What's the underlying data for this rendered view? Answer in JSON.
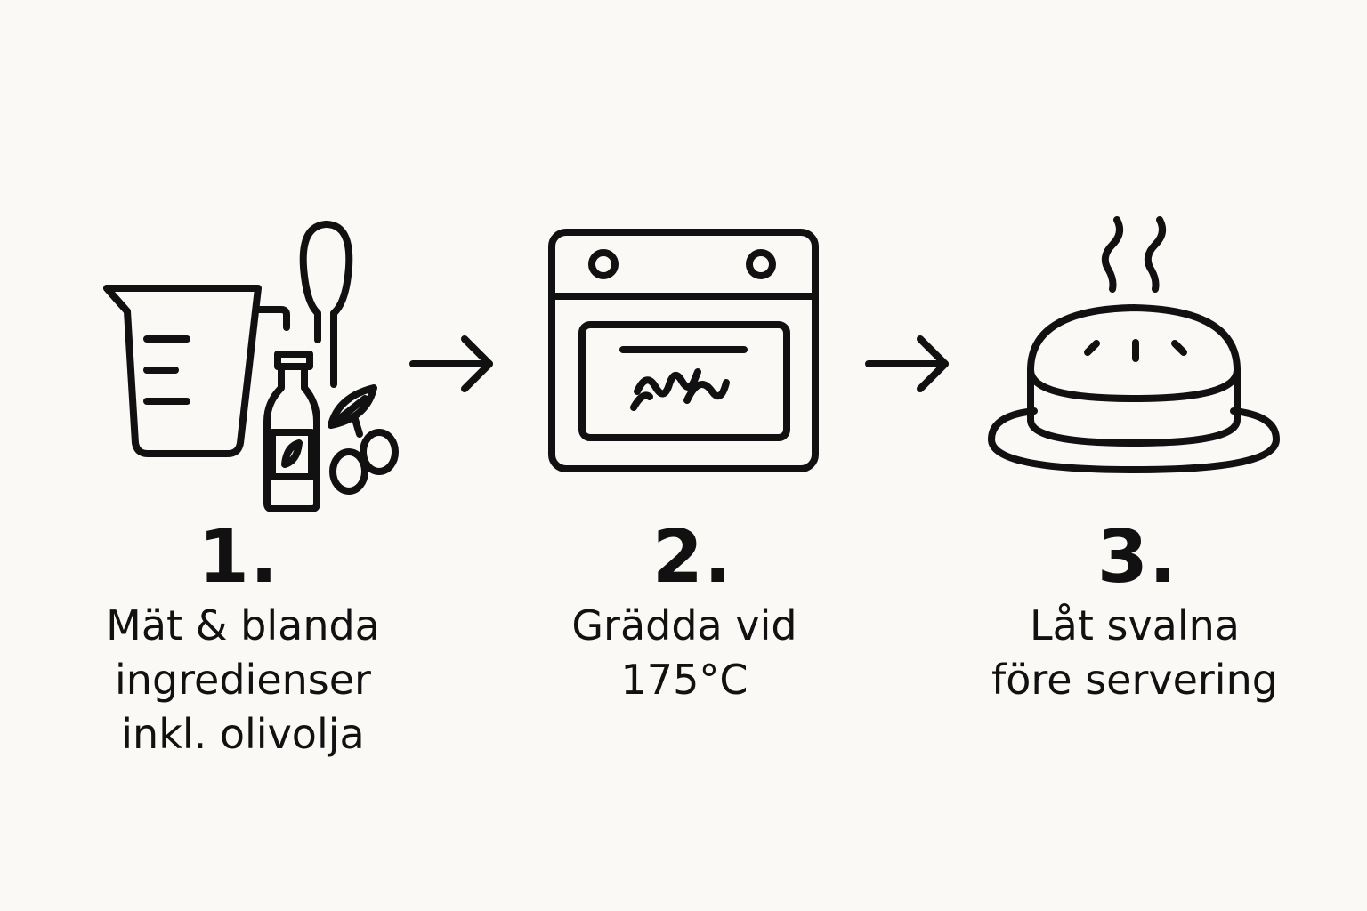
{
  "steps": [
    {
      "number": "1.",
      "lines": [
        "Mät & blanda",
        "ingredienser",
        "inkl. olivolja"
      ],
      "icons": [
        "measuring-cup-icon",
        "spoon-icon",
        "olive-oil-bottle-icon",
        "olive-branch-icon"
      ]
    },
    {
      "number": "2.",
      "lines": [
        "Grädda vid",
        "175°C"
      ],
      "icons": [
        "oven-icon"
      ]
    },
    {
      "number": "3.",
      "lines": [
        "Låt svalna",
        "före servering"
      ],
      "icons": [
        "cake-on-plate-icon",
        "steam-icon"
      ]
    }
  ],
  "connectors": [
    "arrow-right-icon",
    "arrow-right-icon"
  ],
  "colors": {
    "background": "#faf9f6",
    "ink": "#111111"
  }
}
